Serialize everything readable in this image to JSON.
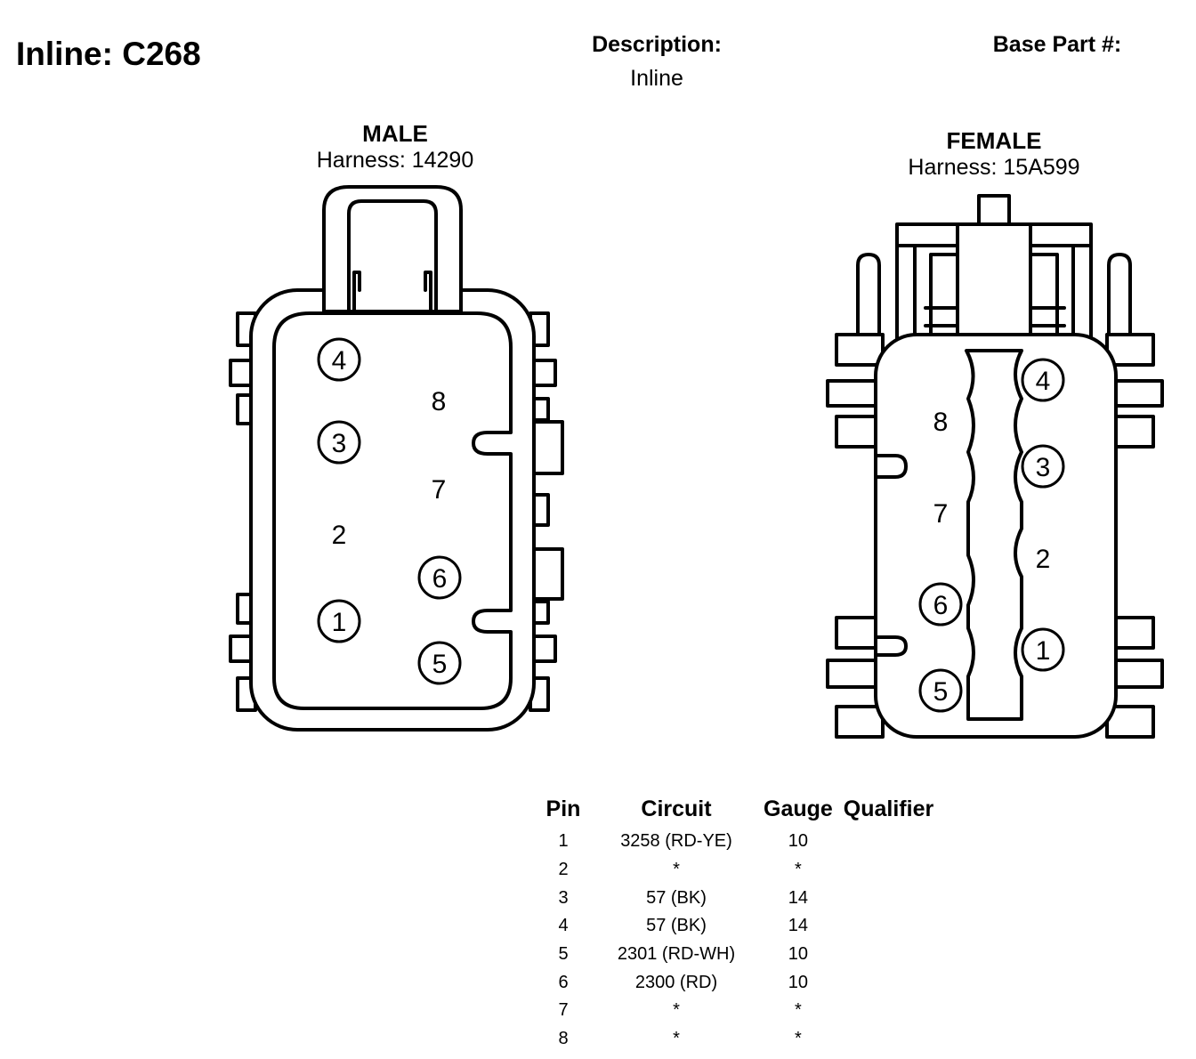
{
  "header": {
    "title": "Inline: C268",
    "description_label": "Description:",
    "description_value": "Inline",
    "base_part_label": "Base Part #:"
  },
  "male": {
    "label": "MALE",
    "harness": "Harness: 14290",
    "pins": [
      {
        "id": "4",
        "circled": true
      },
      {
        "id": "3",
        "circled": true
      },
      {
        "id": "2",
        "circled": false
      },
      {
        "id": "1",
        "circled": true
      },
      {
        "id": "8",
        "circled": false
      },
      {
        "id": "7",
        "circled": false
      },
      {
        "id": "6",
        "circled": true
      },
      {
        "id": "5",
        "circled": true
      }
    ]
  },
  "female": {
    "label": "FEMALE",
    "harness": "Harness: 15A599",
    "pins": [
      {
        "id": "4",
        "circled": true
      },
      {
        "id": "3",
        "circled": true
      },
      {
        "id": "2",
        "circled": false
      },
      {
        "id": "1",
        "circled": true
      },
      {
        "id": "8",
        "circled": false
      },
      {
        "id": "7",
        "circled": false
      },
      {
        "id": "6",
        "circled": true
      },
      {
        "id": "5",
        "circled": true
      }
    ]
  },
  "pin_table": {
    "headers": [
      "Pin",
      "Circuit",
      "Gauge",
      "Qualifier"
    ],
    "rows": [
      {
        "pin": "1",
        "circuit": "3258 (RD-YE)",
        "gauge": "10",
        "qualifier": ""
      },
      {
        "pin": "2",
        "circuit": "*",
        "gauge": "*",
        "qualifier": ""
      },
      {
        "pin": "3",
        "circuit": "57 (BK)",
        "gauge": "14",
        "qualifier": ""
      },
      {
        "pin": "4",
        "circuit": "57 (BK)",
        "gauge": "14",
        "qualifier": ""
      },
      {
        "pin": "5",
        "circuit": "2301 (RD-WH)",
        "gauge": "10",
        "qualifier": ""
      },
      {
        "pin": "6",
        "circuit": "2300 (RD)",
        "gauge": "10",
        "qualifier": ""
      },
      {
        "pin": "7",
        "circuit": "*",
        "gauge": "*",
        "qualifier": ""
      },
      {
        "pin": "8",
        "circuit": "*",
        "gauge": "*",
        "qualifier": ""
      }
    ]
  }
}
